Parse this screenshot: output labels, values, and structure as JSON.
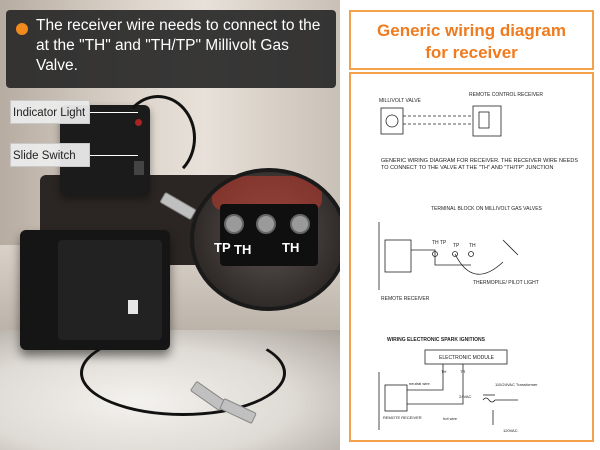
{
  "notice": {
    "text": "The receiver wire needs to connect to the at the \"TH\" and \"TH/TP\" Millivolt Gas Valve."
  },
  "callouts": {
    "indicator_light": "Indicator Light",
    "slide_switch": "Slide Switch"
  },
  "lens_labels": {
    "tp": "TP",
    "th": "TH",
    "th_right": "TH"
  },
  "panel": {
    "title_line1": "Generic wiring diagram",
    "title_line2": "for receiver"
  },
  "diagram1": {
    "millivolt_valve": "MILLIVOLT VALVE",
    "remote_control_receiver": "REMOTE CONTROL RECEIVER",
    "description": "GENERIC WIRING DIAGRAM FOR RECEIVER. THE RECEIVER WIRE NEEDS TO CONNECT TO THE VALVE AT THE \"TH\" AND \"TH/TP\" JUNCTION"
  },
  "diagram2": {
    "terminal_block": "TERMINAL BLOCK ON MILLIVOLT GAS VALVES",
    "th_tp": "TH TP",
    "tp": "TP",
    "th": "TH",
    "thermopile": "THERMOPILE/ PILOT LIGHT",
    "remote_receiver": "REMOTE RECEIVER"
  },
  "diagram3": {
    "heading": "WIRING ELECTRONIC SPARK IGNITIONS",
    "electronic_module": "ELECTRONIC MODULE",
    "neutral_wire": "neutral wire",
    "th": "TH",
    "tr": "TR",
    "vac_transformer": "110/24VAC Transformer",
    "v24": "24VAC",
    "remote_receiver": "REMOTE RECEIVER",
    "hot_wire": "hot wire",
    "v120": "120VAC"
  },
  "colors": {
    "accent": "#f07b1f",
    "frame": "#f3a14a",
    "notice_bg": "#282828"
  }
}
